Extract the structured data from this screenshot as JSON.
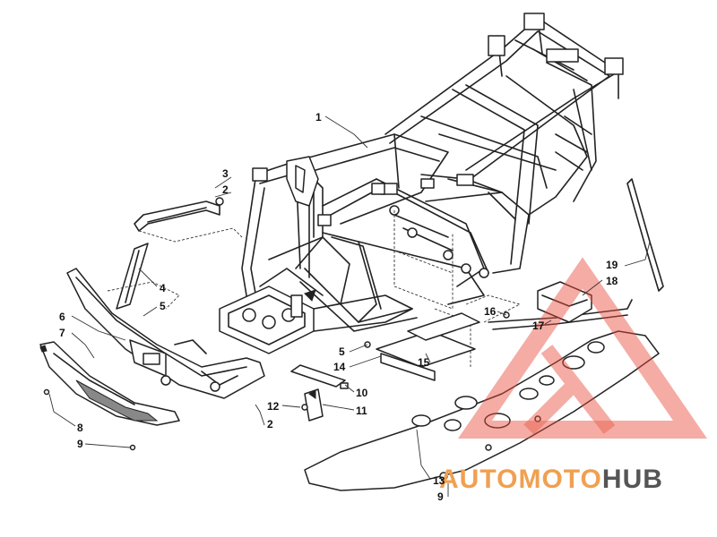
{
  "callouts": [
    {
      "id": "c1",
      "label": "1"
    },
    {
      "id": "c2a",
      "label": "2"
    },
    {
      "id": "c3",
      "label": "3"
    },
    {
      "id": "c4",
      "label": "4"
    },
    {
      "id": "c5a",
      "label": "5"
    },
    {
      "id": "c6",
      "label": "6"
    },
    {
      "id": "c7",
      "label": "7"
    },
    {
      "id": "c8",
      "label": "8"
    },
    {
      "id": "c9a",
      "label": "9"
    },
    {
      "id": "c2b",
      "label": "2"
    },
    {
      "id": "c12",
      "label": "12"
    },
    {
      "id": "c10",
      "label": "10"
    },
    {
      "id": "c11",
      "label": "11"
    },
    {
      "id": "c5b",
      "label": "5"
    },
    {
      "id": "c14",
      "label": "14"
    },
    {
      "id": "c15",
      "label": "15"
    },
    {
      "id": "c16",
      "label": "16"
    },
    {
      "id": "c17",
      "label": "17"
    },
    {
      "id": "c19",
      "label": "19"
    },
    {
      "id": "c18",
      "label": "18"
    },
    {
      "id": "c13",
      "label": "13"
    },
    {
      "id": "c9b",
      "label": "9"
    }
  ],
  "watermark": {
    "part1": "AUTOMOTO",
    "part2": "HUB",
    "color1": "#f0a050",
    "color2": "#555555",
    "triangle_color": "#e84c3d"
  }
}
